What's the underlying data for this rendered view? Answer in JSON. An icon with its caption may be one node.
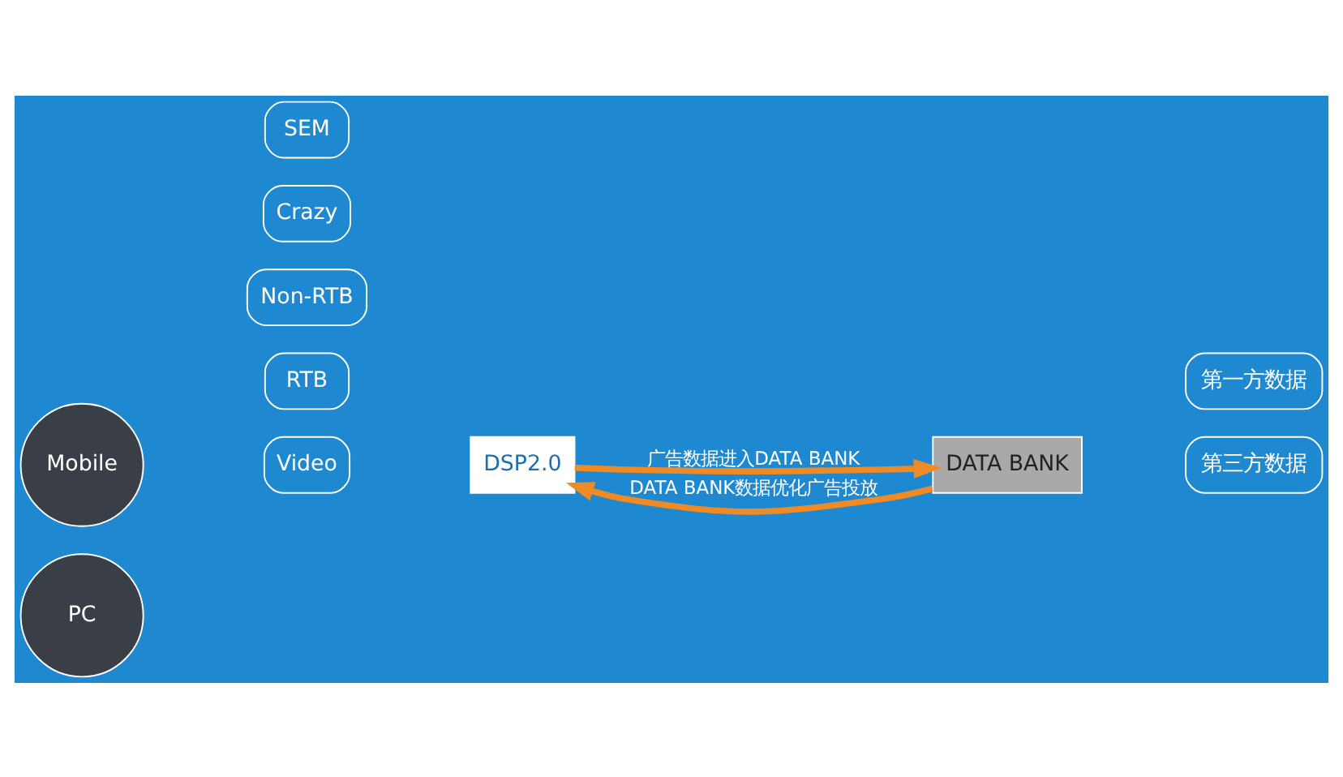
{
  "diagram": {
    "nodes": [
      {
        "text": [
          "PC"
        ]
      },
      {
        "text": [
          "Mobile"
        ]
      },
      {
        "text": [
          "RTB"
        ]
      },
      {
        "text": [
          "Non-RTB"
        ]
      },
      {
        "text": [
          "Crazy"
        ]
      },
      {
        "text": [
          "SEM"
        ]
      },
      {
        "text": [
          "Video"
        ]
      },
      {
        "text": [
          "DSP2.0"
        ]
      },
      {
        "text": [
          "DATA BANK"
        ]
      },
      {
        "text": [
          "第一方数据"
        ]
      },
      {
        "text": [
          "第三方数据"
        ]
      }
    ],
    "edges": [
      {
        "from": 7,
        "to": 8,
        "arrow": "to",
        "label": "广告数据进入DATA BANK"
      },
      {
        "from": 8,
        "to": 7,
        "arrow": "to",
        "label": "DATA BANK数据优化广告投放"
      }
    ]
  }
}
